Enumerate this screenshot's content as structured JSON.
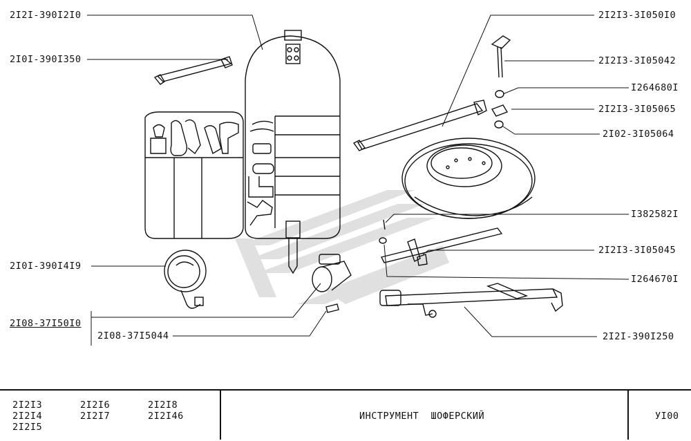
{
  "labels_left": [
    {
      "id": "l1",
      "text": "2I2I-390I2I0"
    },
    {
      "id": "l2",
      "text": "2I0I-390I350"
    },
    {
      "id": "l3",
      "text": "2I0I-390I4I9"
    },
    {
      "id": "l4",
      "text": "2I08-37I50I0"
    },
    {
      "id": "l5",
      "text": "2I08-37I5044"
    }
  ],
  "labels_right": [
    {
      "id": "r1",
      "text": "2I2I3-3I050I0"
    },
    {
      "id": "r2",
      "text": "2I2I3-3I05042"
    },
    {
      "id": "r3",
      "text": "I264680I"
    },
    {
      "id": "r4",
      "text": "2I2I3-3I05065"
    },
    {
      "id": "r5",
      "text": "2I02-3I05064"
    },
    {
      "id": "r6",
      "text": "I382582I"
    },
    {
      "id": "r7",
      "text": "2I2I3-3I05045"
    },
    {
      "id": "r8",
      "text": "I264670I"
    },
    {
      "id": "r9",
      "text": "2I2I-390I250"
    }
  ],
  "models": {
    "col1": [
      "2I2I3",
      "2I2I4",
      "2I2I5"
    ],
    "col2": [
      "2I2I6",
      "2I2I7"
    ],
    "col3": [
      "2I2I8",
      "2I2I46"
    ]
  },
  "title": "ИНСТРУМЕНТ  ШОФЕРСКИЙ",
  "sheet": "УI00"
}
